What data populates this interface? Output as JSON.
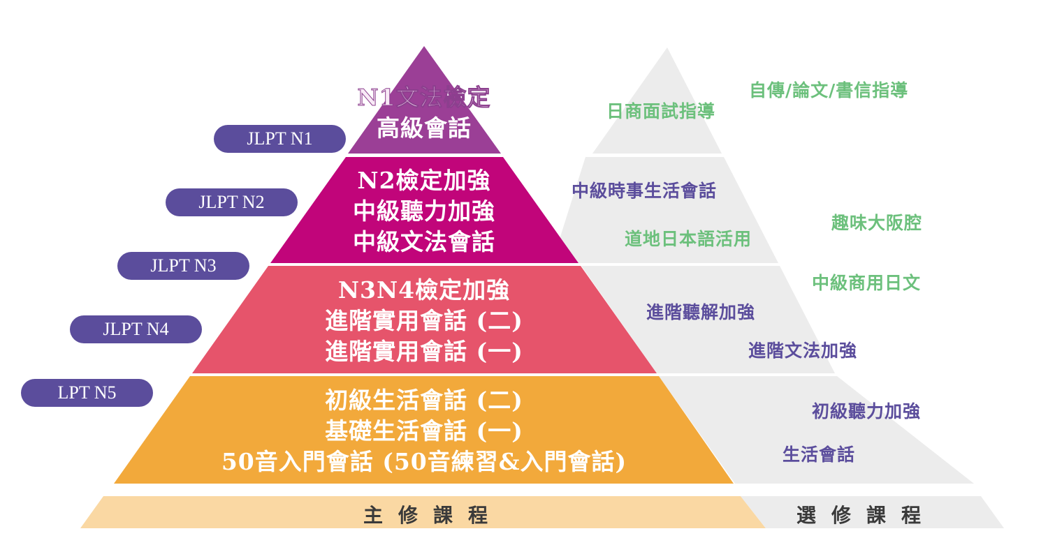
{
  "levels": [
    {
      "badge": "JLPT N1"
    },
    {
      "badge": "JLPT N2"
    },
    {
      "badge": "JLPT N3"
    },
    {
      "badge": "JLPT N4"
    },
    {
      "badge": "LPT N5"
    }
  ],
  "core_tiers": [
    {
      "lines": [
        "N1文法檢定",
        "高級會話"
      ],
      "color": "#9b3f96"
    },
    {
      "lines": [
        "N2檢定加強",
        "中級聽力加強",
        "中級文法會話"
      ],
      "color": "#c1057a"
    },
    {
      "lines": [
        "N3N4檢定加強",
        "進階實用會話 (二)",
        "進階實用會話 (一)"
      ],
      "color": "#e6546b"
    },
    {
      "lines": [
        "初級生活會話 (二)",
        "基礎生活會話 (一)",
        "50音入門會話 (50音練習&入門會話)"
      ],
      "color": "#f2a93b"
    }
  ],
  "electives": [
    {
      "text": "自傳/論文/書信指導",
      "color": "green"
    },
    {
      "text": "日商面試指導",
      "color": "green"
    },
    {
      "text": "中級時事生活會話",
      "color": "purple"
    },
    {
      "text": "趣味大阪腔",
      "color": "green"
    },
    {
      "text": "道地日本語活用",
      "color": "green"
    },
    {
      "text": "中級商用日文",
      "color": "green"
    },
    {
      "text": "進階聽解加強",
      "color": "purple"
    },
    {
      "text": "進階文法加強",
      "color": "purple"
    },
    {
      "text": "初級聽力加強",
      "color": "purple"
    },
    {
      "text": "生活會話",
      "color": "purple"
    }
  ],
  "base": {
    "core_label": "主修課程",
    "elective_label": "選修課程"
  },
  "colors": {
    "badge": "#5b4d9c",
    "elective_bg": "#ececec",
    "core_base": "#fad8a3",
    "elective_base": "#ececec",
    "green_text": "#6cc07c",
    "purple_text": "#5b4d9c"
  }
}
